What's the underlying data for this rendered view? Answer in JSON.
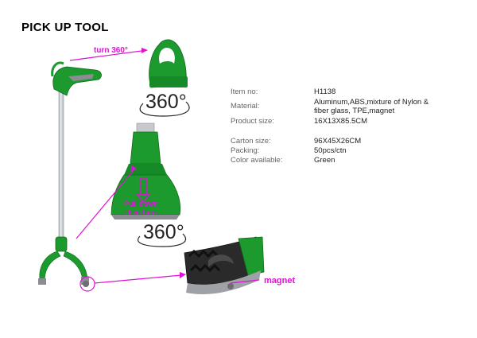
{
  "title": "PICK UP TOOL",
  "callouts": {
    "turn": "turn 360°",
    "pull_line1": "Pull down",
    "pull_line2": "then turn",
    "magnet": "magnet"
  },
  "rotation_marks": {
    "top": "360°",
    "bottom": "360°"
  },
  "specs": [
    {
      "label": "Item no:",
      "value": "H1138"
    },
    {
      "label": "Material:",
      "value": "Aluminum,ABS,mixture of Nylon & fiber glass, TPE,magnet"
    },
    {
      "label": "Product size:",
      "value": "16X13X85.5CM"
    },
    {
      "label": "Carton size:",
      "value": "96X45X26CM"
    },
    {
      "label": "Packing:",
      "value": "50pcs/ctn"
    },
    {
      "label": "Color available:",
      "value": "Green"
    }
  ],
  "colors": {
    "green": "#1d9a2e",
    "magenta": "#e010d8",
    "metal": "#b9bcc0"
  }
}
